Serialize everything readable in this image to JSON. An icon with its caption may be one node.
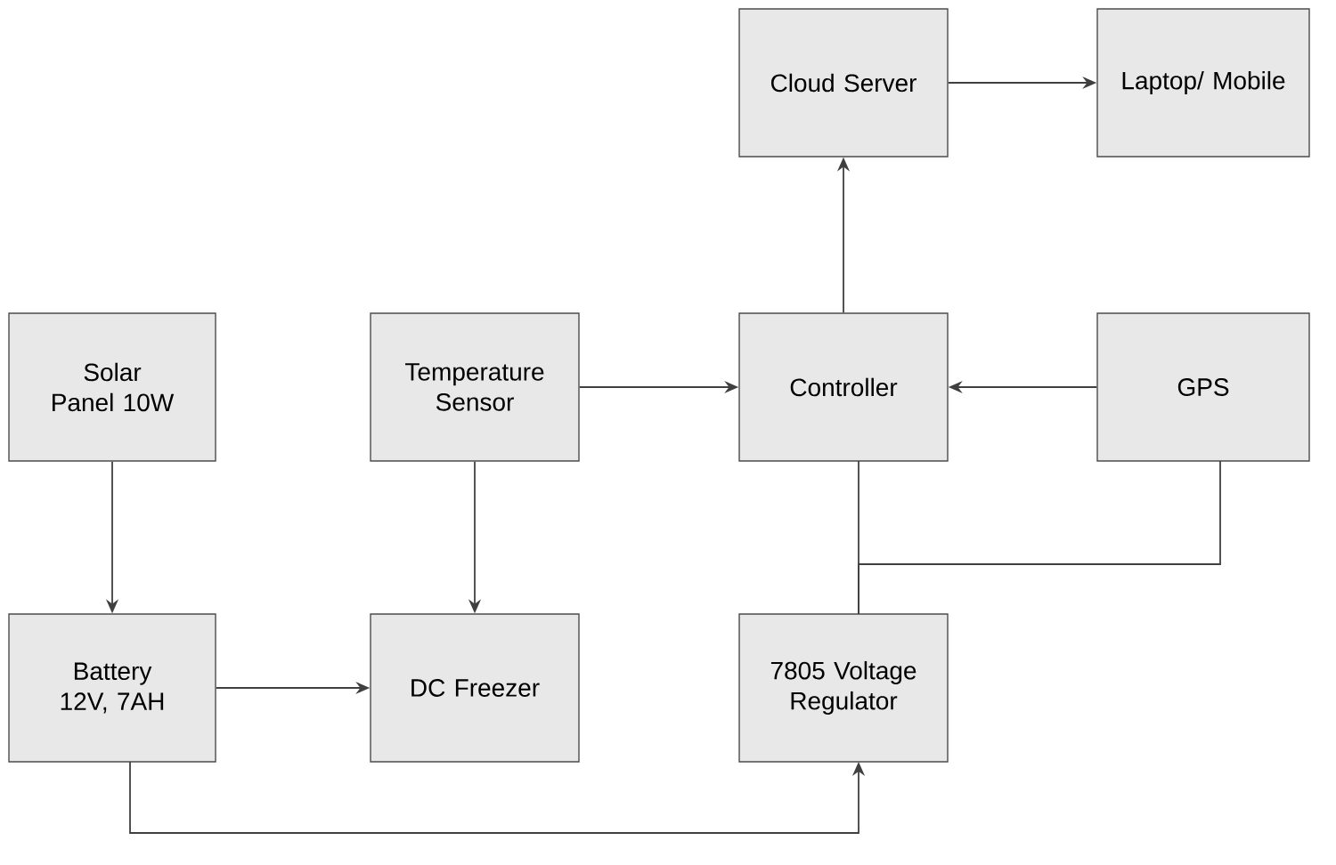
{
  "diagram": {
    "nodes": [
      {
        "text": [
          "Cloud Server"
        ]
      },
      {
        "text": [
          "Laptop/ Mobile"
        ]
      },
      {
        "text": [
          "Solar Panel 10W"
        ]
      },
      {
        "text": [
          "Temperature Sensor"
        ]
      },
      {
        "text": [
          "Controller"
        ]
      },
      {
        "text": [
          "GPS"
        ]
      },
      {
        "text": [
          "Battery 12V, 7AH"
        ]
      },
      {
        "text": [
          "DC Freezer"
        ]
      },
      {
        "text": [
          "7805 Voltage Regulator"
        ]
      }
    ],
    "edges": [
      {
        "from": 0,
        "to": 1,
        "arrow": "to"
      },
      {
        "from": 4,
        "to": 0,
        "arrow": "to"
      },
      {
        "from": 3,
        "to": 4,
        "arrow": "to"
      },
      {
        "from": 5,
        "to": 4,
        "arrow": "to"
      },
      {
        "from": 2,
        "to": 6,
        "arrow": "to"
      },
      {
        "from": 3,
        "to": 7,
        "arrow": "to"
      },
      {
        "from": 6,
        "to": 7,
        "arrow": "to"
      },
      {
        "from": 6,
        "to": 8,
        "arrow": "to"
      },
      {
        "from": 4,
        "to": 8,
        "arrow": "none"
      },
      {
        "from": 5,
        "to": 8,
        "arrow": "none"
      }
    ]
  }
}
